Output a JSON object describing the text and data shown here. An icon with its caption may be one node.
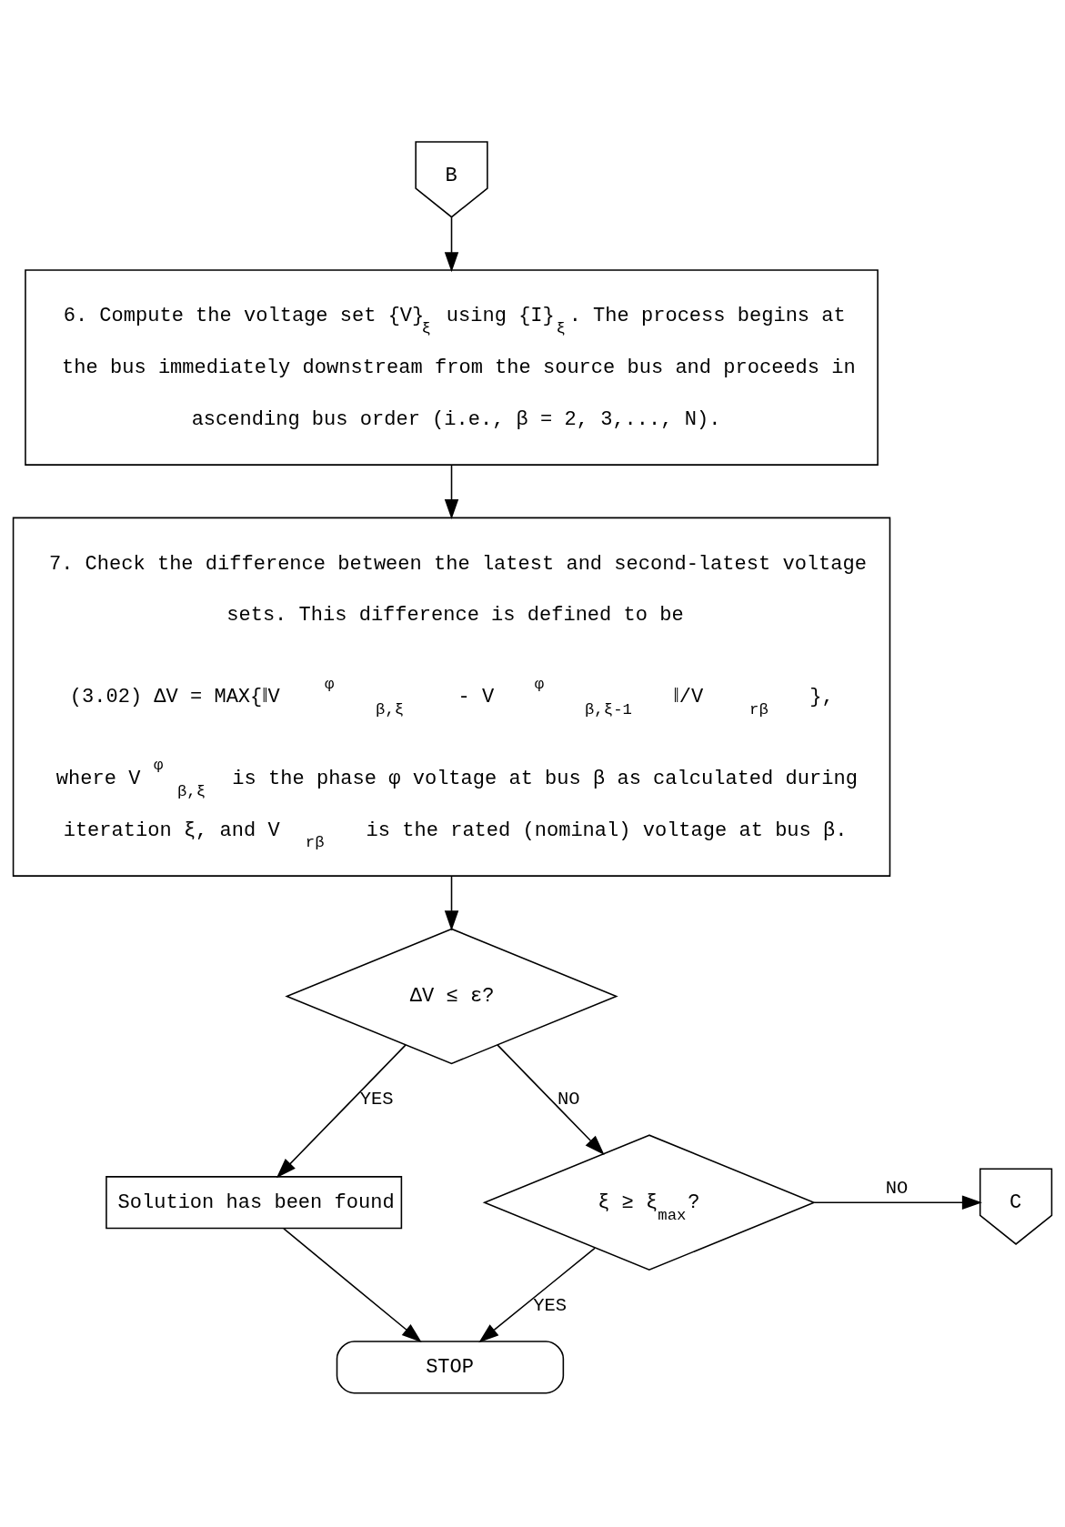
{
  "diagram": {
    "nodes": [
      {
        "text": [
          "B"
        ]
      },
      {
        "text": [
          "6. Compute the voltage set {V}$_{ξ}$ using {I}$_{ξ}$. The process begins at the bus immediately downstream from the source bus and proceeds in ascending bus order (i.e., β = 2, 3,..., N)."
        ]
      },
      {
        "text": [
          "7. Check the difference between the latest and second-latest voltage sets. This difference is defined to be",
          "(3.02) ΔV = MAX{‖V$^{φ}$$_{β,ξ}$ - V$^{φ}$$_{β,ξ-1}$‖/V$_{rβ}$},",
          "where V$^{φ}$$_{β,ξ}$ is the phase φ voltage at bus β as calculated during iteration ξ, and V$_{rβ}$ is the rated (nominal) voltage at bus β."
        ]
      },
      {
        "text": [
          "ΔV ≤ ε?"
        ]
      },
      {
        "text": [
          "Solution has been found"
        ]
      },
      {
        "text": [
          "ξ ≥ ξ$_{max}$?"
        ]
      },
      {
        "text": [
          "C"
        ]
      },
      {
        "text": [
          "STOP"
        ]
      }
    ],
    "edges": [
      {
        "from": 0,
        "to": 1,
        "arrow": "to"
      },
      {
        "from": 1,
        "to": 2,
        "arrow": "to"
      },
      {
        "from": 2,
        "to": 3,
        "arrow": "to"
      },
      {
        "from": 3,
        "to": 4,
        "arrow": "to",
        "label": "YES"
      },
      {
        "from": 3,
        "to": 5,
        "arrow": "to",
        "label": "NO"
      },
      {
        "from": 5,
        "to": 6,
        "arrow": "to",
        "label": "NO"
      },
      {
        "from": 5,
        "to": 7,
        "arrow": "to",
        "label": "YES"
      },
      {
        "from": 4,
        "to": 7,
        "arrow": "to"
      }
    ]
  }
}
